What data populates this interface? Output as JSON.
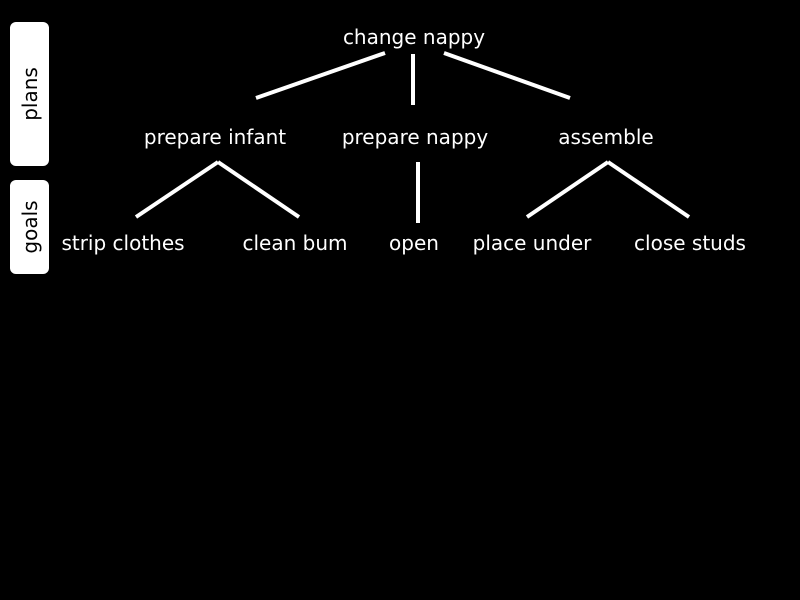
{
  "side_labels": {
    "plans": "plans",
    "goals": "goals"
  },
  "tree": {
    "root": "change nappy",
    "plans": [
      "prepare infant",
      "prepare nappy",
      "assemble"
    ],
    "goals": [
      "strip clothes",
      "clean bum",
      "open",
      "place under",
      "close studs"
    ]
  },
  "colors": {
    "background": "#000000",
    "foreground": "#ffffff"
  }
}
